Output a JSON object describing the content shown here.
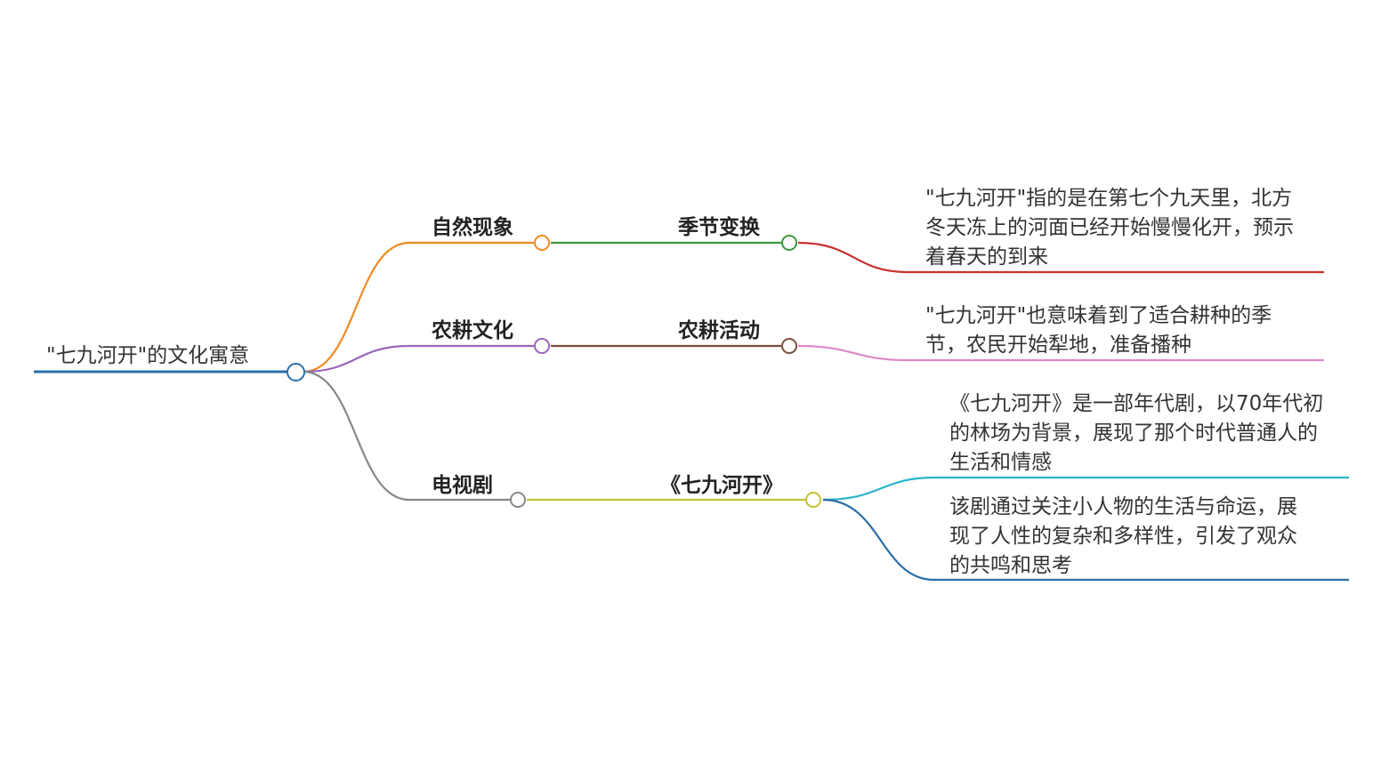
{
  "root": {
    "label": "\"七九河开\"的文化寓意",
    "color": "#2a6fa8"
  },
  "branches": [
    {
      "label": "自然现象",
      "color": "#f08a24",
      "child": {
        "label": "季节变换",
        "color": "#3a9a3a",
        "leaves": [
          {
            "text": "\"七九河开\"指的是在第七个九天里，北方冬天冻上的河面已经开始慢慢化开，预示着春天的到来",
            "color": "#c8302e"
          }
        ]
      }
    },
    {
      "label": "农耕文化",
      "color": "#9a66bb",
      "child": {
        "label": "农耕活动",
        "color": "#7a4f3c",
        "leaves": [
          {
            "text": "\"七九河开\"也意味着到了适合耕种的季节，农民开始犁地，准备播种",
            "color": "#e087c8"
          }
        ]
      }
    },
    {
      "label": "电视剧",
      "color": "#888888",
      "child": {
        "label": "《七九河开》",
        "color": "#c2c232",
        "leaves": [
          {
            "text": "《七九河开》是一部年代剧，以70年代初的林场为背景，展现了那个时代普通人的生活和情感",
            "color": "#2bb5c8"
          },
          {
            "text": "该剧通过关注小人物的生活与命运，展现了人性的复杂和多样性，引发了观众的共鸣和思考",
            "color": "#2a6fa8"
          }
        ]
      }
    }
  ]
}
